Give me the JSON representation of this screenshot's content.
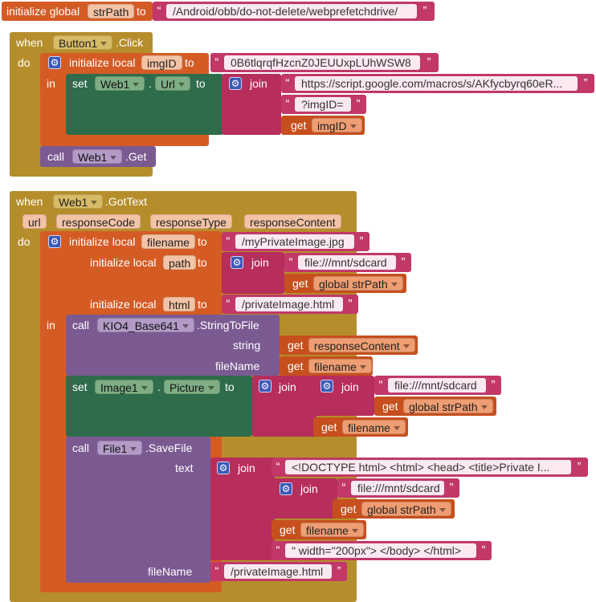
{
  "global_init": {
    "init_label": "initialize global",
    "var_name": "strPath",
    "to_label": "to",
    "value": "/Android/obb/do-not-delete/webprefetchdrive/"
  },
  "button_click": {
    "when_label": "when",
    "component": "Button1",
    "event": ".Click",
    "do_label": "do",
    "init_local_label": "initialize local",
    "local_var": "imgID",
    "to_label": "to",
    "local_value": "0B6tlqrqfHzcnZ0JEUUxpLUhWSW8",
    "in_label": "in",
    "set_label": "set",
    "set_component": "Web1",
    "dot": ".",
    "set_property": "Url",
    "join_label": "join",
    "url_part1": "https://script.google.com/macros/s/AKfycbyrq60eR...",
    "url_part2": "?imgID=",
    "get_label": "get",
    "get_var": "imgID",
    "call_label": "call",
    "call_component": "Web1",
    "call_method": ".Get"
  },
  "web_gottext": {
    "when_label": "when",
    "component": "Web1",
    "event": ".GotText",
    "params": [
      "url",
      "responseCode",
      "responseType",
      "responseContent"
    ],
    "do_label": "do",
    "init_local_label": "initialize local",
    "to_label": "to",
    "in_label": "in",
    "filename_var": "filename",
    "filename_value": "/myPrivateImage.jpg",
    "path_var": "path",
    "path_part1": "file:///mnt/sdcard",
    "html_var": "html",
    "html_value": "/privateImage.html",
    "join_label": "join",
    "get_label": "get",
    "global_strpath": "global strPath",
    "call_label": "call",
    "set_label": "set",
    "dot": ".",
    "b64_component": "KIO4_Base641",
    "b64_method": ".StringToFile",
    "string_label": "string",
    "filename_label": "fileName",
    "get_response_content": "responseContent",
    "get_filename": "filename",
    "image_component": "Image1",
    "image_property": "Picture",
    "image_path_part1": "file:///mnt/sdcard",
    "file_component": "File1",
    "file_method": ".SaveFile",
    "text_label": "text",
    "html_part1": "<!DOCTYPE html> <html>  <head>  <title>Private I...",
    "html_path_part1": "file:///mnt/sdcard",
    "html_part3": "\" width=\"200px\"> </body>  </html>",
    "save_filename_label": "fileName",
    "save_filename_value": "/privateImage.html"
  }
}
